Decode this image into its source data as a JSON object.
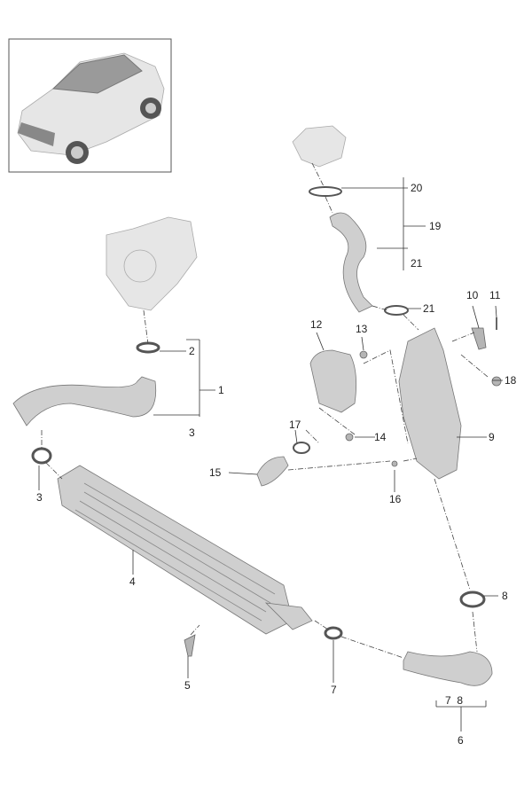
{
  "diagram": {
    "title": "Charge air cooler parts diagram",
    "thumbnail": "vehicle-thumbnail",
    "callouts": {
      "p20": "20",
      "p19": "19",
      "p21a": "21",
      "p21b": "21",
      "p10": "10",
      "p11": "11",
      "p12": "12",
      "p13": "13",
      "p18": "18",
      "p2": "2",
      "p1": "1",
      "p3a": "3",
      "p17": "17",
      "p14": "14",
      "p9": "9",
      "p3b": "3",
      "p15": "15",
      "p16": "16",
      "p4": "4",
      "p8": "8",
      "p5": "5",
      "p7": "7",
      "p78": "7  8",
      "p6": "6"
    }
  },
  "colors": {
    "part": "#cfcfcf",
    "line": "#333333"
  }
}
